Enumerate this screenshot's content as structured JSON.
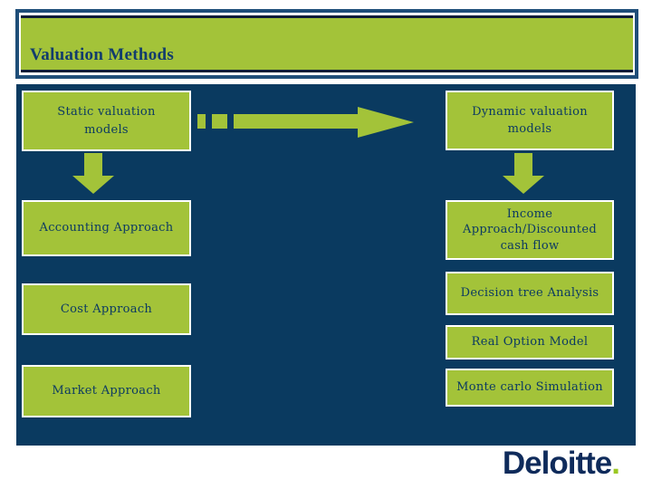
{
  "header": {
    "title": "Valuation Methods"
  },
  "diagram": {
    "left": {
      "header_lines": [
        "Static valuation",
        "models"
      ],
      "items": [
        "Accounting Approach",
        "Cost Approach",
        "Market Approach"
      ]
    },
    "right": {
      "header_lines": [
        "Dynamic valuation",
        "models"
      ],
      "income_lines": [
        "Income",
        "Approach/Discounted",
        "cash flow"
      ],
      "items": [
        "Decision tree Analysis",
        "Real Option Model",
        "Monte carlo Simulation"
      ]
    }
  },
  "footer": {
    "brand": "Deloitte",
    "brand_dot": "."
  },
  "colors": {
    "box_green": "#a3c339",
    "panel_navy": "#0a3a60",
    "frame_border_blue": "#1f4e79",
    "title_text_navy": "#123c6d",
    "box_text_navy": "#0c3a62",
    "logo_navy": "#0f2b5b",
    "logo_dot_green": "#9bc822"
  }
}
